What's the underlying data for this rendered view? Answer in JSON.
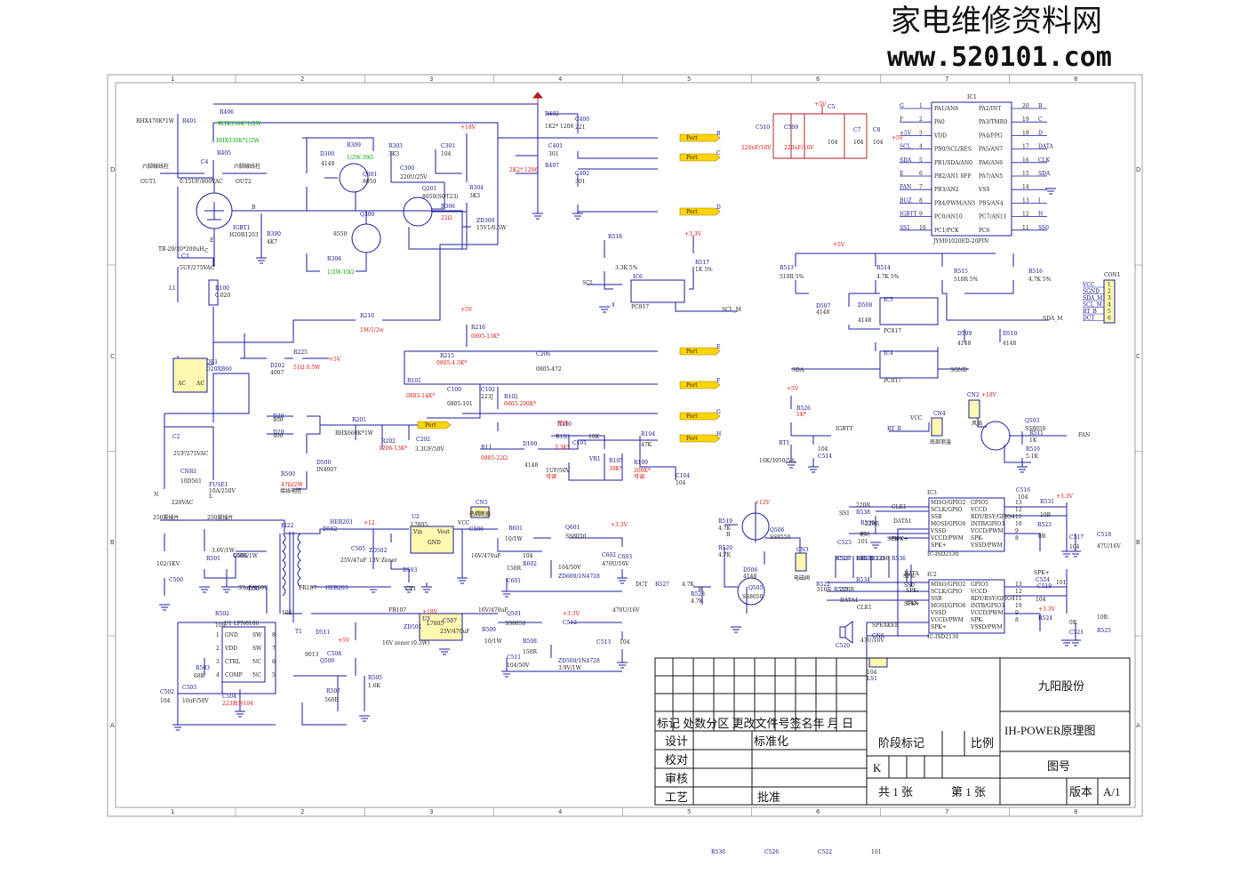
{
  "watermark": {
    "title": "家电维修资料网",
    "url": "www.520101.com"
  },
  "frame": {
    "col_labels": [
      "1",
      "2",
      "3",
      "4",
      "5",
      "6",
      "7",
      "8"
    ],
    "row_labels": [
      "D",
      "C",
      "B",
      "A"
    ]
  },
  "company": "九阳股份",
  "drawing_title": "IH-POWER原理图",
  "title_block": {
    "revision_header": "标记 处数分区 更改文件号签名年 月 日",
    "design": "设计",
    "standardize": "标准化",
    "check": "校对",
    "review": "审核",
    "process": "工艺",
    "approve": "批准",
    "stage_mark": "阶段标记",
    "scale": "比例",
    "drawing_no": "图号",
    "stage_value": "K",
    "sheets_total": "共 1 张",
    "sheet_no": "第 1 张",
    "version_label": "版本",
    "version_value": "A/1"
  },
  "ports": [
    "Port",
    "Port",
    "Port",
    "Port",
    "Port",
    "Port",
    "Port",
    "Port",
    "Port"
  ],
  "port_letters": [
    "B",
    "C",
    "D",
    "E",
    "F",
    "G",
    "H"
  ],
  "ic1": {
    "ref": "IC1",
    "part": "JYM01020ED-20PIN",
    "left": [
      {
        "n": "1",
        "pin": "PA1/AN8",
        "net": "G"
      },
      {
        "n": "2",
        "pin": "PA0",
        "net": "F"
      },
      {
        "n": "3",
        "pin": "VDD",
        "net": "+5V"
      },
      {
        "n": "4",
        "pin": "PB0/SCL/RES",
        "net": "SCL"
      },
      {
        "n": "5",
        "pin": "PB1/SDA/AN0",
        "net": "SDA"
      },
      {
        "n": "6",
        "pin": "PB2/AN1 0FF",
        "net": "E"
      },
      {
        "n": "7",
        "pin": "PB3/AN2",
        "net": "FAN"
      },
      {
        "n": "8",
        "pin": "PB4/PWM/AN3",
        "net": "BUZ"
      },
      {
        "n": "9",
        "pin": "PC0/AN10",
        "net": "IGBTT"
      },
      {
        "n": "10",
        "pin": "PC1/PCK",
        "net": "SS1"
      }
    ],
    "right": [
      {
        "n": "20",
        "pin": "PA2/INT",
        "net": "B"
      },
      {
        "n": "19",
        "pin": "PA3/TMR0",
        "net": "C"
      },
      {
        "n": "18",
        "pin": "PA4/PPG",
        "net": "D"
      },
      {
        "n": "17",
        "pin": "PA5/AN7",
        "net": "DATA"
      },
      {
        "n": "16",
        "pin": "PA6/AN6",
        "net": "CLK"
      },
      {
        "n": "15",
        "pin": "PA7/AN5",
        "net": "SDA"
      },
      {
        "n": "14",
        "pin": "VSS",
        "net": ""
      },
      {
        "n": "13",
        "pin": "PB5/AN4",
        "net": "I"
      },
      {
        "n": "12",
        "pin": "PC7/AN11",
        "net": "H"
      },
      {
        "n": "11",
        "pin": "PC6",
        "net": "SS0"
      }
    ]
  },
  "isd": [
    {
      "ref": "IC3",
      "part": "IC-ISD2130",
      "left": [
        "MISO/GPIO2",
        "SCLK/GPIO",
        "SSB",
        "MOSI/GPIO0",
        "VSSD",
        "VCCD/PWM",
        "SPK+"
      ],
      "right": [
        "GPIO5",
        "VCCD",
        "RDY/BSY/GPIO4",
        "INTB/GPIO3",
        "VCCD/PWM",
        "SPK-",
        "VSSD/PWM"
      ],
      "nums": [
        "13",
        "12",
        "11",
        "10",
        "9",
        "8"
      ]
    },
    {
      "ref": "IC2",
      "part": "IC-ISD2130",
      "left": [
        "MISO/GPIO2",
        "SCLK/GPIO",
        "SSB",
        "MOSI/GPIO0",
        "VSSD",
        "VCCD/PWM",
        "SPK+"
      ],
      "right": [
        "GPIO5",
        "VCCD",
        "RDY/BSY/GPIO4",
        "INTB/GPIO3",
        "VCCD/PWM",
        "SPK-",
        "VSSD/PWM"
      ],
      "nums": [
        "13",
        "12",
        "11",
        "10",
        "9",
        "8"
      ]
    }
  ],
  "u1": {
    "ref": "U1",
    "part": "LPN8106",
    "left": [
      "GND",
      "VDD",
      "CTRL",
      "COMP"
    ],
    "right": [
      "SW",
      "SW",
      "NC",
      "NC"
    ],
    "nums_l": [
      "1",
      "2",
      "3",
      "4"
    ],
    "nums_r": [
      "8",
      "7",
      "6",
      "5"
    ]
  },
  "con1": {
    "ref": "CON1",
    "nets": [
      "VCC",
      "SGND",
      "SDA_M",
      "SCL_M",
      "RT_B",
      "DCT"
    ],
    "pins": [
      "1",
      "2",
      "3",
      "4",
      "5",
      "6"
    ]
  },
  "labels": [
    "RHX470K*1W",
    "R401",
    "R406",
    "RHX330K*1/2W",
    "RHX330K*1/2W",
    "R405",
    "C4",
    "六脚線线柱",
    "六脚線线柱",
    "OUT1",
    "0.15UF/800VAC",
    "OUT2",
    "IGBT1",
    "H20R1203",
    "B",
    "E",
    "R300",
    "4K7",
    "C",
    "C3",
    "5UF/275VAC",
    "L1",
    "R100",
    "0.020",
    "TB-29/20*200uH",
    "D300",
    "4148",
    "R309",
    "1/2W-39Ω",
    "Q301",
    "8050",
    "R303",
    "3K3",
    "C300",
    "220U/25V",
    "C301",
    "104",
    "Q201",
    "8050(SOT23)",
    "R304",
    "3K3",
    "R306",
    "22Ω",
    "ZD300",
    "15V1/0.5W",
    "Q300",
    "8550",
    "R308",
    "1/2W-10Ω",
    "R402",
    "1K2* 1206",
    "C400",
    "221",
    "C401",
    "301",
    "R407",
    "2K2* 1206",
    "C402",
    "301",
    "+18V",
    "C510",
    "220uF/16V",
    "C509",
    "220uF/16V",
    "C5",
    "104",
    "C7",
    "104",
    "C8",
    "104",
    "+5V",
    "+5V",
    "R518",
    "3.3K 5%",
    "+3.3V",
    "R517",
    "1K 5%",
    "IC6",
    "SCL",
    "PC817",
    "SCL_M",
    "R513",
    "510R 5%",
    "R514",
    "4.7K 5%",
    "R515",
    "510R 5%",
    "R516",
    "4.7K 5%",
    "+5V",
    "D507",
    "4148",
    "D508",
    "4148",
    "IC5",
    "PC817",
    "SDA_M",
    "D509",
    "4148",
    "D510",
    "4148",
    "IC4",
    "SDA",
    "PC817",
    "SGND",
    "R210",
    "1M/1/2w",
    "+5V",
    "R216",
    "0805-13K*",
    "DB1",
    "D20XB60",
    "AC",
    "AC",
    "D202",
    "4007",
    "R225",
    "51Ω 0.5W",
    "+5V",
    "R215",
    "0805-4.3K*",
    "C206",
    "0805-472",
    "R101",
    "0805-14K*",
    "C100",
    "0805-101",
    "C102",
    "223J",
    "R102",
    "0805-200K*",
    "R11",
    "0805-22Ω",
    "D100",
    "4148",
    "R110",
    "可调",
    "R103",
    "3.3K*",
    "VR1",
    "10K",
    "C101",
    "1UF/50V",
    "可调",
    "R104",
    "47K",
    "R105",
    "39K*",
    "R109",
    "200K*",
    "C104",
    "104",
    "可调",
    "D20",
    "400",
    "D20",
    "400",
    "R201",
    "RHX660K*1W",
    "R202",
    "1206-13K*",
    "C202",
    "3.3UF/50V",
    "D500",
    "IN4007",
    "R500",
    "47Ω/2W",
    "接线电阻",
    "C2",
    "2UF/275VAC",
    "CNR1",
    "10D561",
    "FUSE1",
    "10A/250V",
    "220VAC",
    "N",
    "L",
    "250脚插片",
    "250脚插片",
    "+5V",
    "R526",
    "1K*",
    "RT1",
    "10K/3950/5%",
    "C514",
    "104",
    "IGBTT",
    "VCC",
    "CN4",
    "底部测温",
    "RT_B",
    "CN2",
    "+18V",
    "风扇",
    "Q503",
    "SS8050",
    "R511",
    "1K",
    "R510",
    "5.1K",
    "FAN",
    "EI22",
    "HER203",
    "D502",
    "+12",
    "C505",
    "25V/47uF",
    "ZD502",
    "13V Zener",
    "U2",
    "L7805",
    "Vin",
    "Vout",
    "GND",
    "CN5",
    "热耦断器",
    "VCC",
    "C506",
    "16V/470uF",
    "R601",
    "10/1W",
    "Q601",
    "SS8050",
    "+3.3V",
    "C602",
    "470U/16V",
    "C603",
    "104",
    "R602",
    "150R",
    "C601",
    "104/50V",
    "ZD600/1N4728",
    "3.6V/1W",
    "R501",
    "100K/1W",
    "C503",
    "102/1KV",
    "C500",
    "33uF/450V",
    "D50",
    "FR107",
    "HER203",
    "D503",
    "CY1",
    "102",
    "T1",
    "D511",
    "FR107",
    "+18V",
    "U3",
    "L7805",
    "C507",
    "25V/470uF",
    "ZD501",
    "16V zener (0.5W)",
    "+5V",
    "C508",
    "16V/470uF",
    "R509",
    "10/1W",
    "Q501",
    "SS8050",
    "+3.3V",
    "C512",
    "470U/16V",
    "C513",
    "104",
    "R508",
    "150R",
    "C511",
    "104/50V",
    "ZD500/1N4728",
    "3.9V/1W",
    "R502",
    "10R",
    "R503",
    "68K",
    "C502",
    "104",
    "C504",
    "223改为104",
    "C503",
    "10uF/50V",
    "9013",
    "Q500",
    "R505",
    "1.6K",
    "R507",
    "560R",
    "R519",
    "4.7K",
    "+12V",
    "Q506",
    "SS8550",
    "R520",
    "4.7K",
    "B",
    "D506",
    "4148",
    "CN3",
    "电磁阀",
    "DCT",
    "R527",
    "4.7K",
    "B",
    "Q505",
    "SS8050",
    "R528",
    "4.7K",
    "220R",
    "R538",
    "SS1",
    "R539",
    "220R",
    "C525",
    "101",
    "CLK1",
    "DATA1",
    "SPK-",
    "SPK+",
    "C516",
    "104",
    "+3.3V",
    "R531",
    "10R",
    "R523",
    "0R",
    "C518",
    "47U/16V",
    "C517",
    "104",
    "C527",
    "101",
    "R533",
    "R532",
    "R535",
    "220R",
    "R536",
    "510R",
    "R537",
    "220R",
    "SS0",
    "CLK",
    "DATA",
    "SPK-",
    "SPK+",
    "C524",
    "101",
    "C519",
    "104",
    "+3.3V",
    "R524",
    "10R",
    "R525",
    "0R",
    "C521",
    "47U/16V",
    "C520",
    "104",
    "LS1",
    "SPEAKER",
    "CN6",
    "喇叭",
    "SPK+",
    "SPK-",
    "R534",
    "DATA1",
    "CLK1",
    "R522",
    "R529",
    "R530",
    "C526",
    "C522",
    "101"
  ]
}
